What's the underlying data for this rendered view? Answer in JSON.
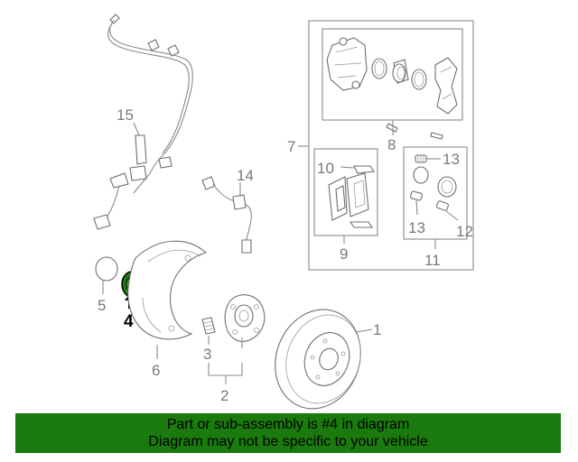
{
  "callouts": {
    "c1": "1",
    "c2": "2",
    "c3": "3",
    "c4": "4",
    "c5": "5",
    "c6": "6",
    "c7": "7",
    "c8": "8",
    "c9": "9",
    "c10": "10",
    "c11": "11",
    "c12": "12",
    "c13a": "13",
    "c13b": "13",
    "c14": "14",
    "c15": "15"
  },
  "highlight_color": "#1a7a0d",
  "highlight_part": "4",
  "banner": {
    "line1": "Part or sub-assembly is #4 in diagram",
    "line2": "Diagram may not be specific to your vehicle"
  }
}
